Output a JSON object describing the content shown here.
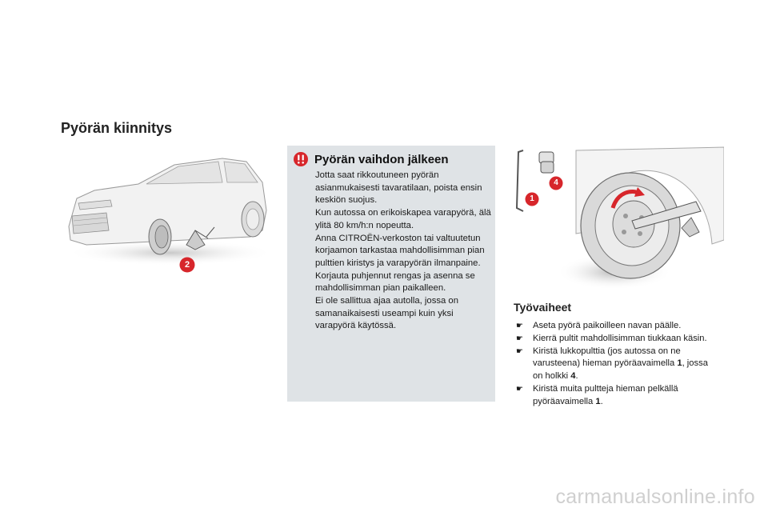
{
  "page": {
    "title": "Pyörän kiinnitys"
  },
  "figure_left": {
    "callout": "2"
  },
  "notice": {
    "title": "Pyörän vaihdon jälkeen",
    "icon": "warning-icon",
    "accent": "#d7262b",
    "paragraphs": [
      "Jotta saat rikkoutuneen pyörän asianmukaisesti tavaratilaan, poista ensin keskiön suojus.",
      "Kun autossa on erikoiskapea varapyörä, älä ylitä 80 km/h:n nopeutta.",
      "Anna CITROËN-verkoston tai valtuutetun korjaamon tarkastaa mahdollisimman pian pulttien kiristys ja varapyörän ilmanpaine.",
      "Korjauta puhjennut rengas ja asenna se mahdollisimman pian paikalleen.",
      "Ei ole sallittua ajaa autolla, jossa on samanaikaisesti useampi kuin yksi varapyörä käytössä."
    ]
  },
  "figure_right": {
    "callout_1": "1",
    "callout_4": "4"
  },
  "steps": {
    "title": "Työvaiheet",
    "bullet": "☛",
    "items": [
      {
        "text": "Aseta pyörä paikoilleen navan päälle."
      },
      {
        "text": "Kierrä pultit mahdollisimman tiukkaan käsin."
      },
      {
        "text": "Kiristä lukkopulttia (jos autossa on ne varusteena) hieman pyöräavaimella ",
        "ref1": "1",
        "mid": ", jossa on holkki ",
        "ref2": "4",
        "end": "."
      },
      {
        "text": "Kiristä muita pultteja hieman pelkällä pyöräavaimella ",
        "ref1": "1",
        "end": "."
      }
    ]
  },
  "watermark": "carmanualsonline.info"
}
